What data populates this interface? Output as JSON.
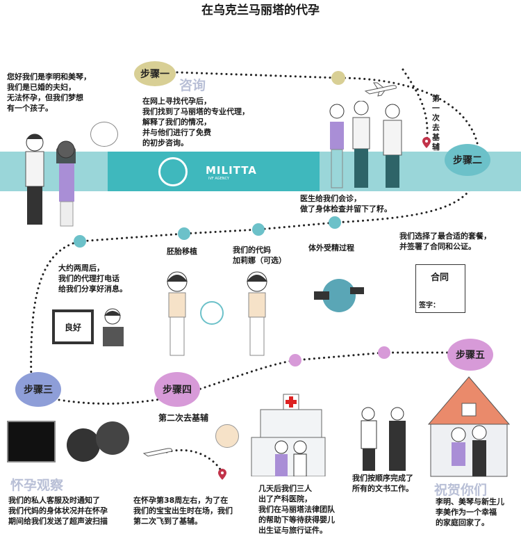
{
  "title": "在乌克兰马丽塔的代孕",
  "intro": "您好我们是李明和美琴，\n我们是已婚的夫妇，\n无法怀孕，但我们梦想\n有一个孩子。",
  "logo": {
    "name": "MILITTA",
    "tagline": "IVF AGENCY"
  },
  "steps": [
    {
      "label": "步骤一",
      "subtitle": "咨询",
      "text": "在网上寻找代孕后，\n我们找到了马丽塔的专业代理，\n解释了我们的情况，\n并与他们进行了免费\n的初步咨询。",
      "color": "#d8cf95"
    },
    {
      "label": "步骤二",
      "trip": "第一次去基辅",
      "text": "医生给我们会诊，\n做了身体检查并留下了籽。",
      "color": "#6cc1c9"
    },
    {
      "label": "步骤三",
      "subtitle": "怀孕观察",
      "text": "我们的私人客服及时通知了\n我们代妈的身体状况并在怀孕\n期间给我们发送了超声波扫描",
      "color": "#8e9ed8"
    },
    {
      "label": "步骤四",
      "trip": "第二次去基辅",
      "text": "在怀孕第38周左右，为了在\n我们的宝宝出生时在场，我们\n第二次飞到了基辅。",
      "color": "#d79ad8"
    },
    {
      "label": "步骤五",
      "subtitle": "祝贺你们",
      "text": "李明、美琴与新生儿\n李美作为一个幸福\n的家庭回家了。",
      "color": "#d79ad8"
    }
  ],
  "contract": {
    "text": "我们选择了最合适的套餐，\n并签署了合同和公证。",
    "doc_title": "合同",
    "signature_label": "签字："
  },
  "ivf": "体外受精过程",
  "surrogate": "我们的代妈\n加莉娜（可选）",
  "transfer": "胚胎移植",
  "news": {
    "text": "大约两周后，\n我们的代理打电话\n给我们分享好消息。",
    "screen": "良好"
  },
  "hospital": "几天后我们三人\n出了产科医院，\n我们在马丽塔法律团队\n的帮助下等待获得婴儿\n出生证与旅行证件。",
  "paperwork": "我们按顺序完成了\n所有的文书工作。"
}
